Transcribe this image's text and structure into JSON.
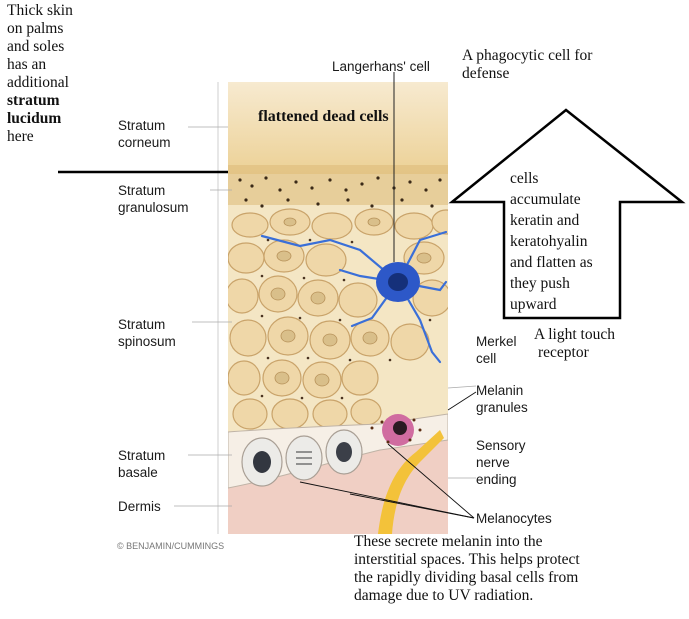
{
  "notes": {
    "thick_skin": [
      "Thick skin",
      "on palms",
      "and soles",
      "has an",
      "additional"
    ],
    "thick_skin_bold": [
      "stratum",
      "lucidum"
    ],
    "thick_skin_end": "here",
    "langerhans_note": [
      "A phagocytic cell for",
      "defense"
    ],
    "arrow_note": [
      "cells",
      "accumulate",
      "keratin and",
      "keratohyalin",
      "and flatten as",
      "they push",
      "upward"
    ],
    "merkel_note": [
      "A  light touch",
      "receptor"
    ],
    "melanin_note": [
      "These secrete melanin into the",
      "interstitial spaces.  This helps protect",
      "the rapidly dividing basal cells from",
      "damage due to UV radiation."
    ]
  },
  "labels": {
    "langerhans": "Langerhans' cell",
    "flattened": "flattened dead cells",
    "corneum": [
      "Stratum",
      "corneum"
    ],
    "granulosum": [
      "Stratum",
      "granulosum"
    ],
    "spinosum": [
      "Stratum",
      "spinosum"
    ],
    "basale": [
      "Stratum",
      "basale"
    ],
    "dermis": "Dermis",
    "merkel": [
      "Merkel",
      "cell"
    ],
    "melanin_granules": [
      "Melanin",
      "granules"
    ],
    "sensory": [
      "Sensory",
      "nerve",
      "ending"
    ],
    "melanocytes": "Melanocytes",
    "credit": "© BENJAMIN/CUMMINGS"
  },
  "colors": {
    "corneum": "#f3dfa8",
    "cell_fill": "#efd7a8",
    "cell_edge": "#c9a36a",
    "nerve_blue": "#3a6fd8",
    "langerhans_blue": "#2d58c8",
    "dermis": "#f0cfc4",
    "nerve_yellow": "#f3c23a",
    "melanocyte": "#d06ca0"
  }
}
